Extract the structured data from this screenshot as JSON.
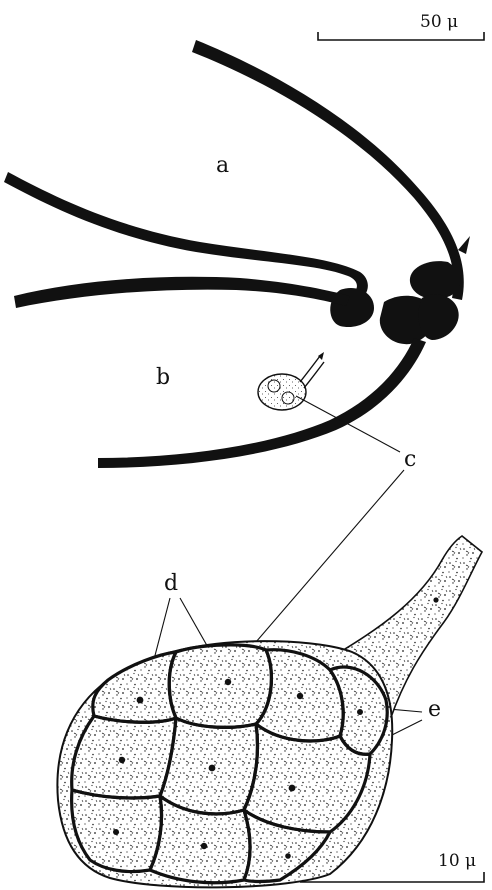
{
  "figure": {
    "scale_bar_top": "50 μ",
    "scale_bar_bottom": "10 μ",
    "labels": {
      "a": "a",
      "b": "b",
      "c": "c",
      "d": "d",
      "e": "e"
    }
  },
  "colors": {
    "ink": "#111111",
    "background": "#ffffff"
  }
}
